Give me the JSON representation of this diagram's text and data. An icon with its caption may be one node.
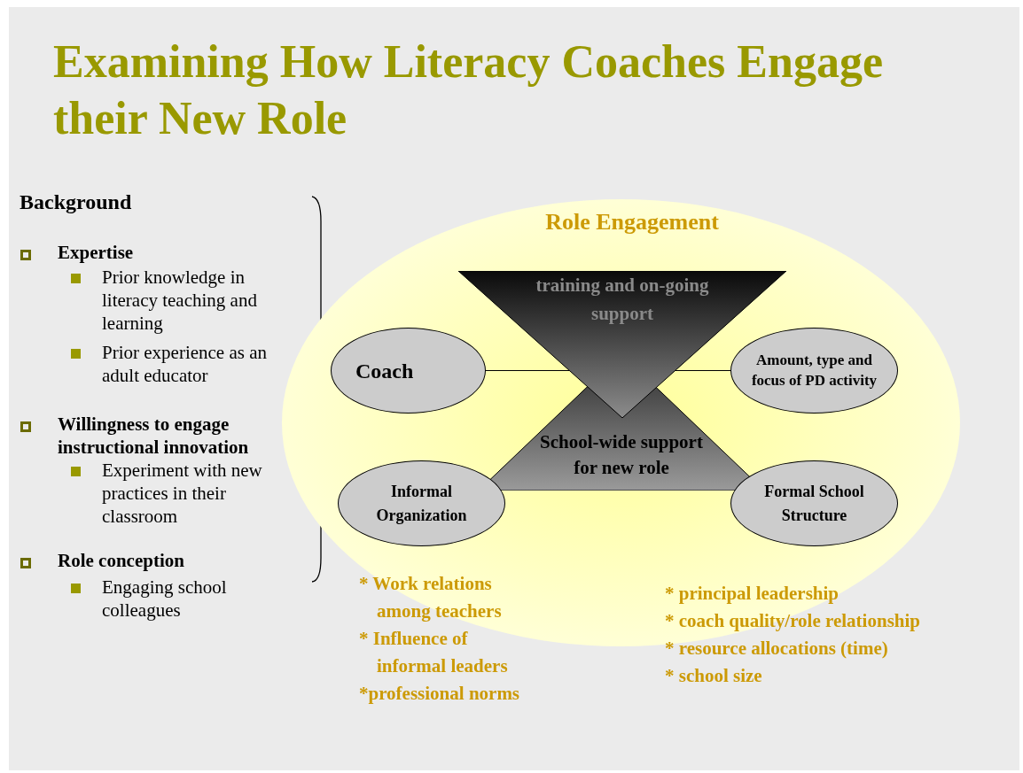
{
  "diagram": {
    "title": "Examining How Literacy Coaches Engage their New Role",
    "nodes": [
      {
        "text": [
          "Role Engagement"
        ]
      },
      {
        "text": [
          "Coach"
        ],
        "in": 0
      },
      {
        "text": [
          "training and on-going support"
        ],
        "in": 0
      },
      {
        "text": [
          "Amount, type and focus of PD activity"
        ],
        "in": 0
      },
      {
        "text": [
          "School-wide support for new role"
        ],
        "in": 0
      },
      {
        "text": [
          "Informal Organization"
        ],
        "in": 0,
        "beside": [
          "* Work relations among teachers",
          "* Influence of informal leaders",
          "*professional norms"
        ]
      },
      {
        "text": [
          "Formal School Structure"
        ],
        "in": 0,
        "beside": [
          "* principal leadership",
          "* coach quality/role relationship",
          "* resource allocations (time)",
          "* school size"
        ]
      }
    ],
    "edges": [
      {
        "from": 1,
        "to": 2,
        "arrow": "none"
      },
      {
        "from": 2,
        "to": 3,
        "arrow": "none"
      }
    ],
    "labels": [
      "Background",
      "Expertise",
      "Prior knowledge in literacy teaching and learning",
      "Prior experience as an adult educator",
      "Willingness to engage instructional innovation",
      "Experiment with new practices in their classroom",
      "Role conception",
      "Engaging school colleagues"
    ]
  }
}
